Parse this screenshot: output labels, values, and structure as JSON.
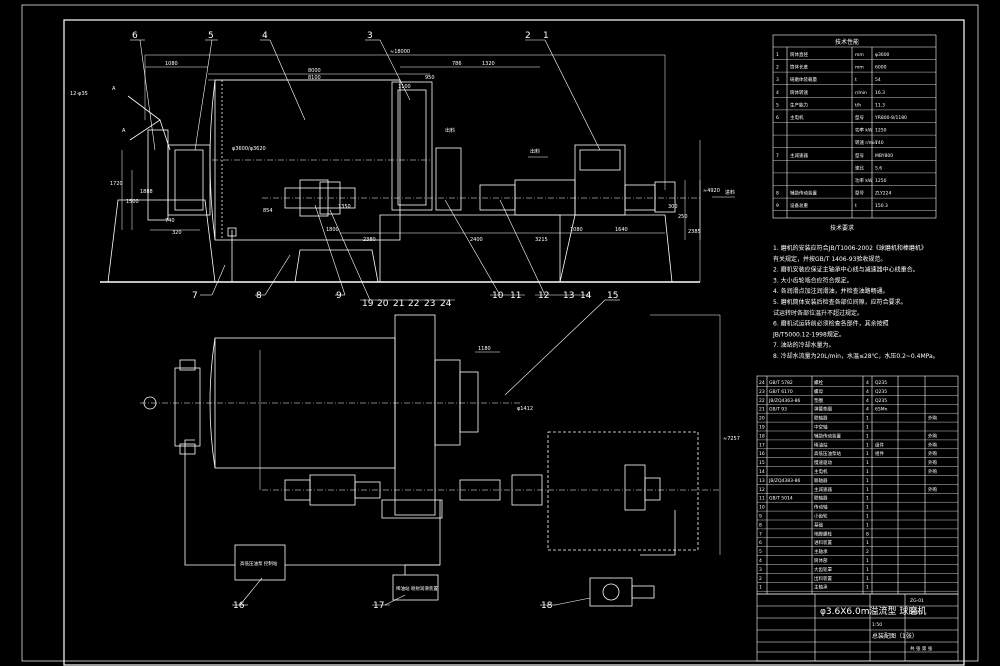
{
  "callouts": {
    "c1": "1",
    "c2": "2",
    "c3": "3",
    "c4": "4",
    "c5": "5",
    "c6": "6",
    "c7": "7",
    "c8": "8",
    "c9": "9",
    "c10": "10",
    "c11": "11",
    "c12": "12",
    "c13": "13",
    "c14": "14",
    "c15": "15",
    "c16": "16",
    "c17": "17",
    "c18": "18",
    "c19": "19",
    "c20": "20",
    "c21": "21",
    "c22": "22",
    "c23": "23",
    "c24": "24"
  },
  "dimensions": {
    "overall": "≈18000",
    "d1080": "1080",
    "d8000": "8000",
    "d8100": "8100",
    "d950": "950",
    "d786": "786",
    "d1320": "1320",
    "d1100": "1100",
    "d2400": "2400",
    "d3215": "3215",
    "d1640": "1640",
    "d2380": "2380",
    "d1800": "1800",
    "d1888": "1888",
    "d740": "740",
    "d320": "320",
    "d1500": "1500",
    "d1720": "1720",
    "d4920": "≈4920",
    "d2385": "2385",
    "d854": "854",
    "d300": "300",
    "d250": "250",
    "d1350": "1350",
    "d14412": "φ1412",
    "d7257": "≈7257",
    "d1180": "1180",
    "dphi": "φ3600/φ3620",
    "angle": "12-φ35",
    "markA": "A",
    "markA2": "A",
    "flow1": "出料",
    "flow2": "进料",
    "flow3": "出料"
  },
  "boxes": {
    "b16": "高低压油泵\n控制站",
    "b17": "稀油站\n喷射润滑装置"
  },
  "tech_table": {
    "title": "技术性能",
    "rows": [
      [
        "1",
        "筒体直径",
        "mm",
        "φ3600"
      ],
      [
        "2",
        "筒体长度",
        "mm",
        "6000"
      ],
      [
        "3",
        "研磨体装载量",
        "t",
        "54"
      ],
      [
        "4",
        "筒体转速",
        "r/min",
        "16.3"
      ],
      [
        "5",
        "生产能力",
        "t/h",
        "11.3"
      ],
      [
        "6",
        "主电机",
        "型号",
        "YR800-8/1180"
      ],
      [
        "",
        "",
        "功率 kW",
        "1250"
      ],
      [
        "",
        "",
        "转速 r/min",
        "740"
      ],
      [
        "7",
        "主减速器",
        "型号",
        "MBY800"
      ],
      [
        "",
        "",
        "速比",
        "5.6"
      ],
      [
        "",
        "",
        "功率 kW",
        "1250"
      ],
      [
        "8",
        "辅助传动装置",
        "型号",
        "ZLY224"
      ],
      [
        "9",
        "设备总重",
        "t",
        "150.3"
      ]
    ]
  },
  "requirements": {
    "title": "技术要求",
    "items": [
      "1. 磨机的安装应符合JB/T1006-2002《球磨机和棒磨机》",
      "   有关规定，并按GB/T 1406-93验收规范。",
      "2. 磨机安装应保证主轴承中心线与减速器中心线重合。",
      "3. 大小齿轮啮合应符合规定。",
      "4. 各润滑点加注润滑油，并检查油路畅通。",
      "5. 磨机筒体安装后检查各部位间隙，应符合要求。",
      "   试运转时各部位温升不超过规定。",
      "6. 磨机试运转前必须检查各部件，其余按照",
      "   JB/T5000.12-1998规定。",
      "7. 油站的冷却水量为。",
      "8. 冷却水流量为20L/min，水温≤28℃，水压0.2~0.4MPa。"
    ]
  },
  "parts_list": {
    "rows": [
      [
        "24",
        "GB/T 5782",
        "螺栓",
        "4",
        "Q235",
        ""
      ],
      [
        "23",
        "GB/T 6170",
        "螺母",
        "4",
        "Q235",
        ""
      ],
      [
        "22",
        "JB/ZQ4363-86",
        "垫圈",
        "4",
        "Q235",
        ""
      ],
      [
        "21",
        "GB/T 93",
        "弹簧垫圈",
        "4",
        "65Mn",
        ""
      ],
      [
        "20",
        "",
        "联轴器",
        "1",
        "",
        "外购"
      ],
      [
        "19",
        "",
        "中空轴",
        "1",
        "",
        ""
      ],
      [
        "18",
        "",
        "辅助传动装置",
        "1",
        "",
        "外购"
      ],
      [
        "17",
        "",
        "稀油站",
        "1",
        "组件",
        "外购"
      ],
      [
        "16",
        "",
        "高低压油泵站",
        "1",
        "组件",
        "外购"
      ],
      [
        "15",
        "",
        "慢速驱动",
        "1",
        "",
        "外购"
      ],
      [
        "14",
        "",
        "主电机",
        "1",
        "",
        "外购"
      ],
      [
        "13",
        "JB/ZQ4383-86",
        "联轴器",
        "1",
        "",
        ""
      ],
      [
        "12",
        "",
        "主减速器",
        "1",
        "",
        "外购"
      ],
      [
        "11",
        "GB/T 5014",
        "联轴器",
        "1",
        "",
        ""
      ],
      [
        "10",
        "",
        "传动轴",
        "1",
        "",
        ""
      ],
      [
        "9",
        "",
        "小齿轮",
        "1",
        "",
        ""
      ],
      [
        "8",
        "",
        "基础",
        "1",
        "",
        ""
      ],
      [
        "7",
        "",
        "地脚螺栓",
        "8",
        "",
        ""
      ],
      [
        "6",
        "",
        "进料装置",
        "1",
        "",
        ""
      ],
      [
        "5",
        "",
        "主轴承",
        "2",
        "",
        ""
      ],
      [
        "4",
        "",
        "筒体部",
        "1",
        "",
        ""
      ],
      [
        "3",
        "",
        "大齿轮罩",
        "1",
        "",
        ""
      ],
      [
        "2",
        "",
        "出料装置",
        "1",
        "",
        ""
      ],
      [
        "1",
        "",
        "主轴承",
        "1",
        "",
        ""
      ]
    ]
  },
  "title_block": {
    "name": "φ3.6X6.0m溢流型\n球磨机",
    "drawing_no": "总装配图（1张）",
    "scale": "1:50",
    "sheet": "共 张 第 张",
    "code": "ZG-01",
    "weight": "150.3"
  }
}
